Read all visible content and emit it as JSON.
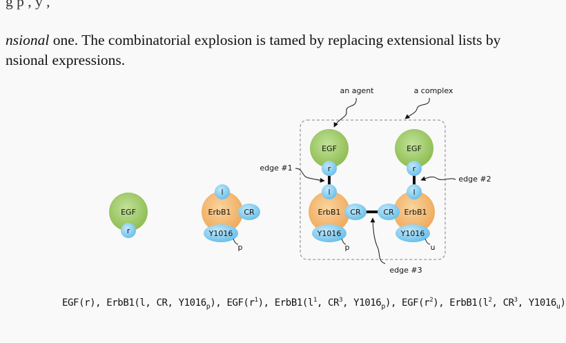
{
  "paper_text": {
    "line_top": "g                    p                                      ,                                                   y        ,",
    "line1_italic": "nsional",
    "line1_rest": " one. The combinatorial explosion is tamed by replacing extensional lists by",
    "line2": "nsional expressions."
  },
  "diagram": {
    "colors": {
      "egf": "#a3cd6a",
      "erbb1": "#f7c07a",
      "site": "#8fd0f2",
      "edge": "#111111",
      "box": "#9a9a9a"
    },
    "agents": {
      "egf_label": "EGF",
      "erbb1_label": "ErbB1"
    },
    "sites": {
      "r": "r",
      "l": "l",
      "cr": "CR",
      "y1016": "Y1016"
    },
    "states": {
      "p": "p",
      "u": "u"
    },
    "annotations": {
      "an_agent": "an agent",
      "a_complex": "a complex",
      "edge1": "edge #1",
      "edge2": "edge #2",
      "edge3": "edge #3"
    }
  },
  "formula": {
    "p1": "EGF(r), ErbB1(l, CR, Y1016",
    "p1_sub": "p",
    "p2": "), EGF(r",
    "p2_sup": "1",
    "p3": "), ErbB1(l",
    "p3_sup": "1",
    "p4": ", CR",
    "p4_sup": "3",
    "p5": ", Y1016",
    "p5_sub": "p",
    "p6": "), EGF(r",
    "p6_sup": "2",
    "p7": "), ErbB1(l",
    "p7_sup": "2",
    "p8": ", CR",
    "p8_sup": "3",
    "p9": ", Y1016",
    "p9_sub": "u",
    "p10": ")"
  }
}
